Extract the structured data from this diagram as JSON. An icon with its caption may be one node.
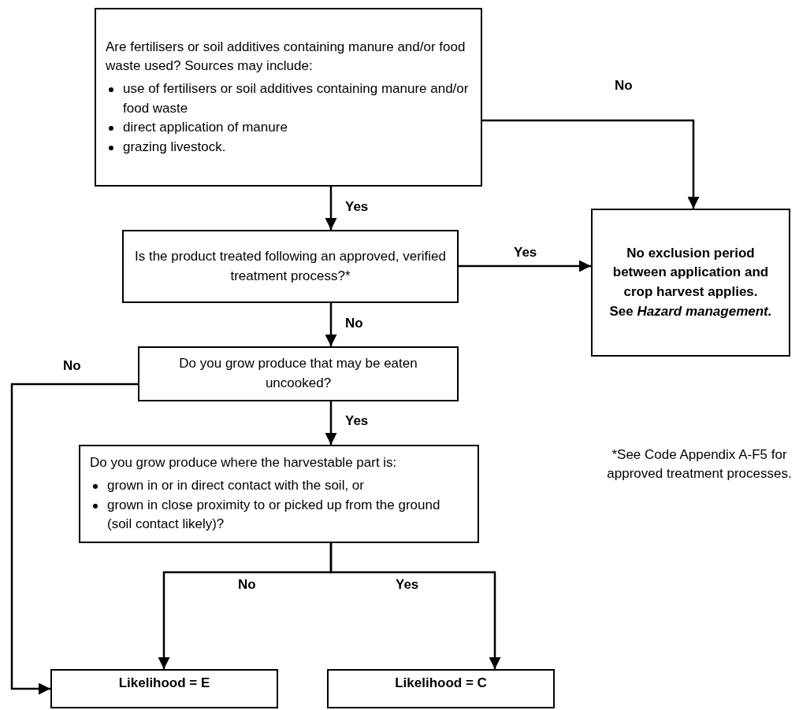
{
  "diagram": {
    "nodes": [
      {
        "text": [
          "Are fertilisers or soil additives containing manure and/or food waste used? Sources may include:",
          "use of fertilisers or soil additives containing manure and/or food waste",
          "direct application of manure",
          "grazing livestock."
        ]
      },
      {
        "text": [
          "Is the product treated following an approved, verified treatment process?*"
        ]
      },
      {
        "text": [
          "No exclusion period between application and crop harvest applies.",
          "See *Hazard management.*"
        ]
      },
      {
        "text": [
          "Do you grow produce that may be eaten uncooked?"
        ]
      },
      {
        "text": [
          "Do you grow produce where the harvestable part is:",
          "grown in or in direct contact with the soil, or",
          "grown in close proximity to or picked up from the ground (soil contact likely)?"
        ]
      },
      {
        "text": [
          "Likelihood = E"
        ]
      },
      {
        "text": [
          "Likelihood = C"
        ]
      }
    ],
    "edges": [
      {
        "from": 0,
        "to": 2,
        "arrow": "to",
        "label": "No"
      },
      {
        "from": 0,
        "to": 1,
        "arrow": "to",
        "label": "Yes"
      },
      {
        "from": 1,
        "to": 2,
        "arrow": "to",
        "label": "Yes"
      },
      {
        "from": 1,
        "to": 3,
        "arrow": "to",
        "label": "No"
      },
      {
        "from": 3,
        "to": 5,
        "arrow": "to",
        "label": "No"
      },
      {
        "from": 3,
        "to": 4,
        "arrow": "to",
        "label": "Yes"
      },
      {
        "from": 4,
        "to": 5,
        "arrow": "to",
        "label": "No"
      },
      {
        "from": 4,
        "to": 6,
        "arrow": "to",
        "label": "Yes"
      }
    ],
    "labels": [
      "*See Code Appendix A-F5 for approved treatment processes."
    ]
  }
}
